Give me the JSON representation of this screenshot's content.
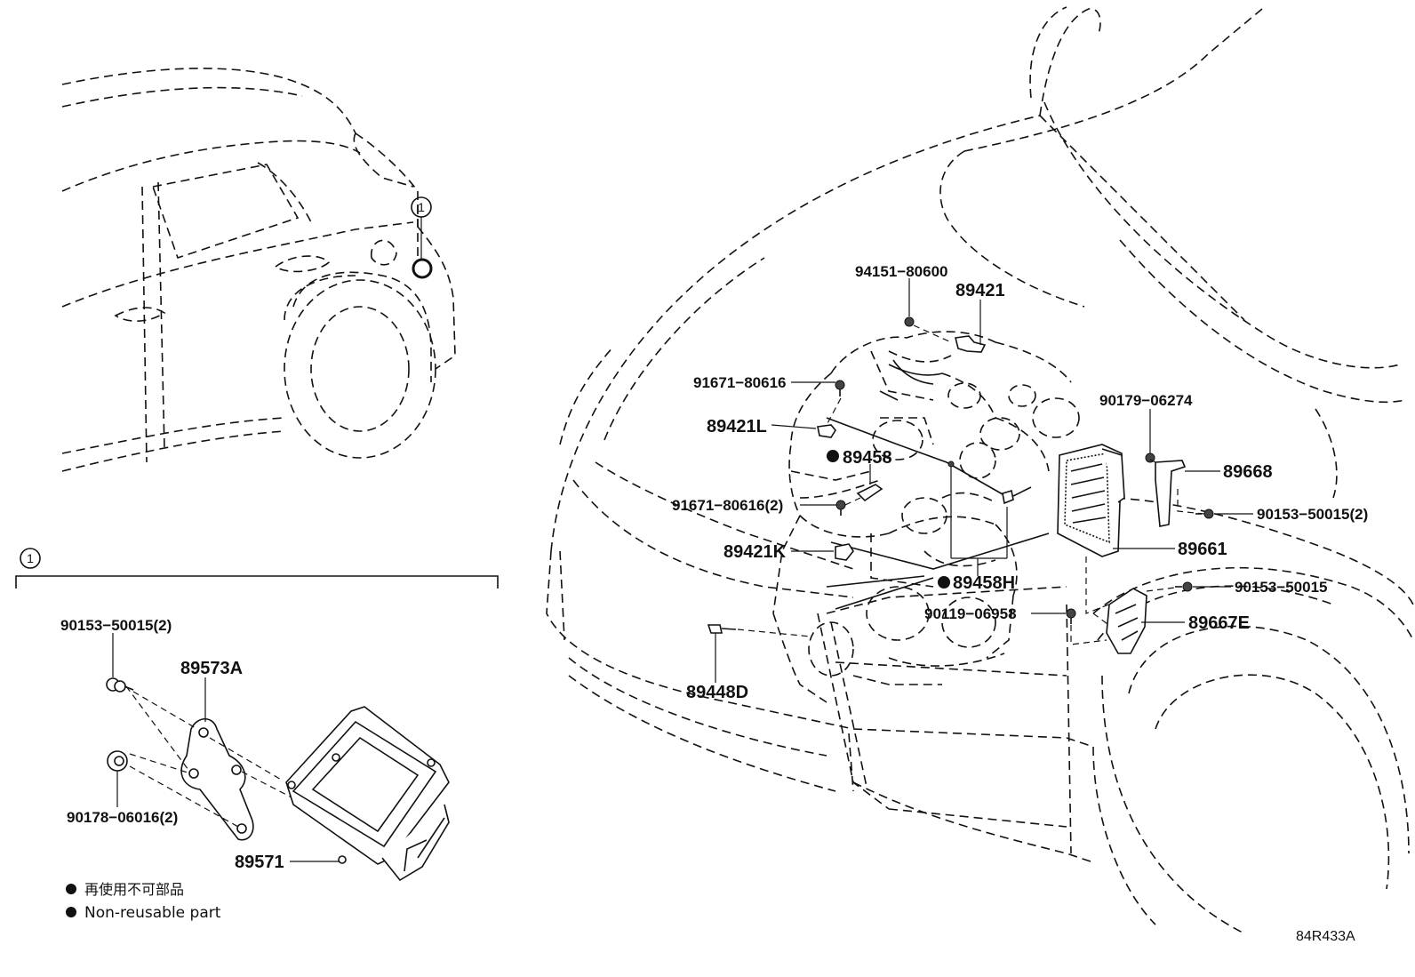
{
  "callout_ref": "1",
  "section_ref": "1",
  "labels": {
    "p94151": "94151−80600",
    "p89421": "89421",
    "p91671a": "91671−80616",
    "p89421L": "89421L",
    "p89458": "89458",
    "p91671b": "91671−80616(2)",
    "p89421K": "89421K",
    "p89458H": "89458H",
    "p90119": "90119−06958",
    "p89448D": "89448D",
    "p90179": "90179−06274",
    "p89668": "89668",
    "p90153a": "90153−50015(2)",
    "p89661": "89661",
    "p90153b": "90153−50015",
    "p89667E": "89667E",
    "p90153c": "90153−50015(2)",
    "p89573A": "89573A",
    "p90178": "90178−06016(2)",
    "p89571": "89571"
  },
  "legend": {
    "jp": "再使用不可部品",
    "en": "Non-reusable part"
  },
  "diagram_id": "84R433A"
}
